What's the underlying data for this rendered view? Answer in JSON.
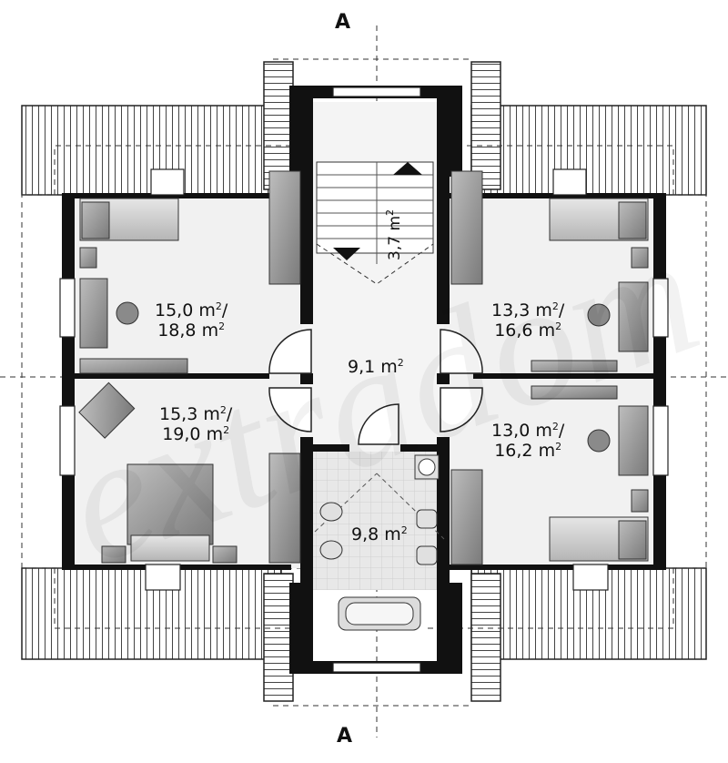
{
  "section_marks": {
    "top": "A",
    "bottom": "A"
  },
  "unit": "m",
  "unit_power": "2",
  "rooms": [
    {
      "id": "room-nw",
      "area_1": "15,0",
      "area_2": "18,8",
      "sep": "/"
    },
    {
      "id": "room-ne",
      "area_1": "13,3",
      "area_2": "16,6",
      "sep": "/"
    },
    {
      "id": "room-sw",
      "area_1": "15,3",
      "area_2": "19,0",
      "sep": "/"
    },
    {
      "id": "room-se",
      "area_1": "13,0",
      "area_2": "16,2",
      "sep": "/"
    }
  ],
  "hall": {
    "area": "9,1"
  },
  "bathroom": {
    "area": "9,8"
  },
  "stairs": {
    "area": "3,7"
  },
  "watermark": "extradom"
}
